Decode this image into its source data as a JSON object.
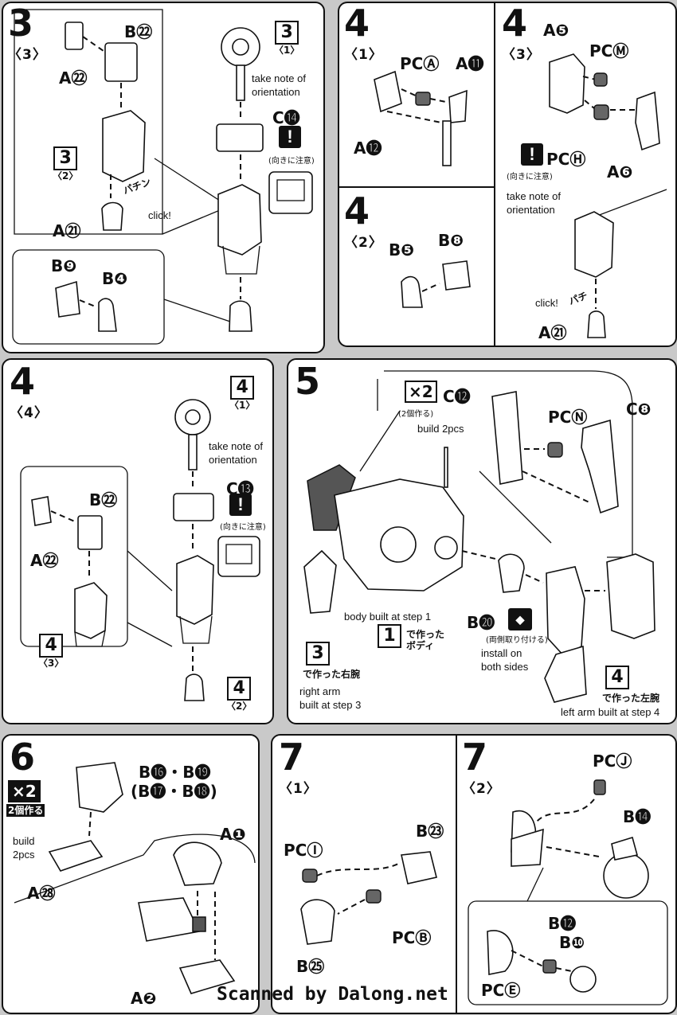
{
  "p1": {
    "step": "3",
    "sub": "〈3〉",
    "labels": {
      "b22": "B㉒",
      "a22": "A㉒",
      "a21": "A㉑",
      "b9": "B❾",
      "b4": "B❹",
      "c14": "C⓮"
    },
    "ref_top": {
      "n": "3",
      "s": "〈1〉"
    },
    "ref_mid": {
      "n": "3",
      "s": "〈2〉"
    },
    "orientation": "take note of\norientation",
    "jp_caution": "(向きに注意)",
    "click": "click!",
    "sfx": "パチン"
  },
  "p2": {
    "step": "4",
    "sub": "〈1〉",
    "labels": {
      "pca": "PCⒶ",
      "a11": "A⓫",
      "a12": "A⓬"
    }
  },
  "p3": {
    "step": "4",
    "sub": "〈2〉",
    "labels": {
      "b5": "B❺",
      "b8": "B❽"
    }
  },
  "p4": {
    "step": "4",
    "sub": "〈3〉",
    "labels": {
      "a5": "A❺",
      "pcm": "PCⓂ",
      "pch": "PCⒽ",
      "a6": "A❻",
      "a21": "A㉑"
    },
    "jp_caution": "(向きに注意)",
    "orientation": "take note of\norientation",
    "click": "click!",
    "sfx": "パチ"
  },
  "p5": {
    "step": "4",
    "sub": "〈4〉",
    "labels": {
      "b22": "B㉒",
      "a22": "A㉒",
      "c13": "C⓭"
    },
    "ref_top": {
      "n": "4",
      "s": "〈1〉"
    },
    "ref_mid": {
      "n": "4",
      "s": "〈3〉"
    },
    "ref_bot": {
      "n": "4",
      "s": "〈2〉"
    },
    "orientation": "take note of\norientation",
    "jp_caution": "(向きに注意)"
  },
  "p6": {
    "step": "5",
    "x2": "×2",
    "jp_make2": "(2個作る)",
    "build": "build 2pcs",
    "labels": {
      "c12": "C⓬",
      "pcn": "PCⓃ",
      "c8": "C❽",
      "b20": "B⓴"
    },
    "jp_both": "(両側取り付ける)",
    "install": "install on\nboth sides",
    "body_ref": "1",
    "body_note": "body built at step 1",
    "body_jp": "で作った\nボディ",
    "right_ref": "3",
    "right_jp": "で作った右腕",
    "right_note": "right arm\nbuilt at step 3",
    "left_ref": "4",
    "left_jp": "で作った左腕",
    "left_note": "left arm built at step 4"
  },
  "p7": {
    "step": "6",
    "x2": "×2",
    "jp_make2": "2個作る",
    "build": "build\n2pcs",
    "labels": {
      "b16b19": "B⓰・B⓳",
      "b17b18": "(B⓱・B⓲)",
      "a28": "A㉘",
      "a1": "A❶",
      "a2": "A❷"
    }
  },
  "p8": {
    "step": "7",
    "sub": "〈1〉",
    "labels": {
      "b23": "B㉓",
      "pci": "PCⒾ",
      "pcb": "PCⒷ",
      "b25": "B㉕"
    }
  },
  "p9": {
    "step": "7",
    "sub": "〈2〉",
    "labels": {
      "pcj": "PCⒿ",
      "b14": "B⓮",
      "b12": "B⓬",
      "b10": "B❿",
      "pce": "PCⒺ"
    }
  },
  "credit": "Scanned by Dalong.net",
  "colors": {
    "ink": "#111111",
    "page": "#c9c9c9",
    "panel": "#ffffff",
    "pc_part": "#666666"
  }
}
